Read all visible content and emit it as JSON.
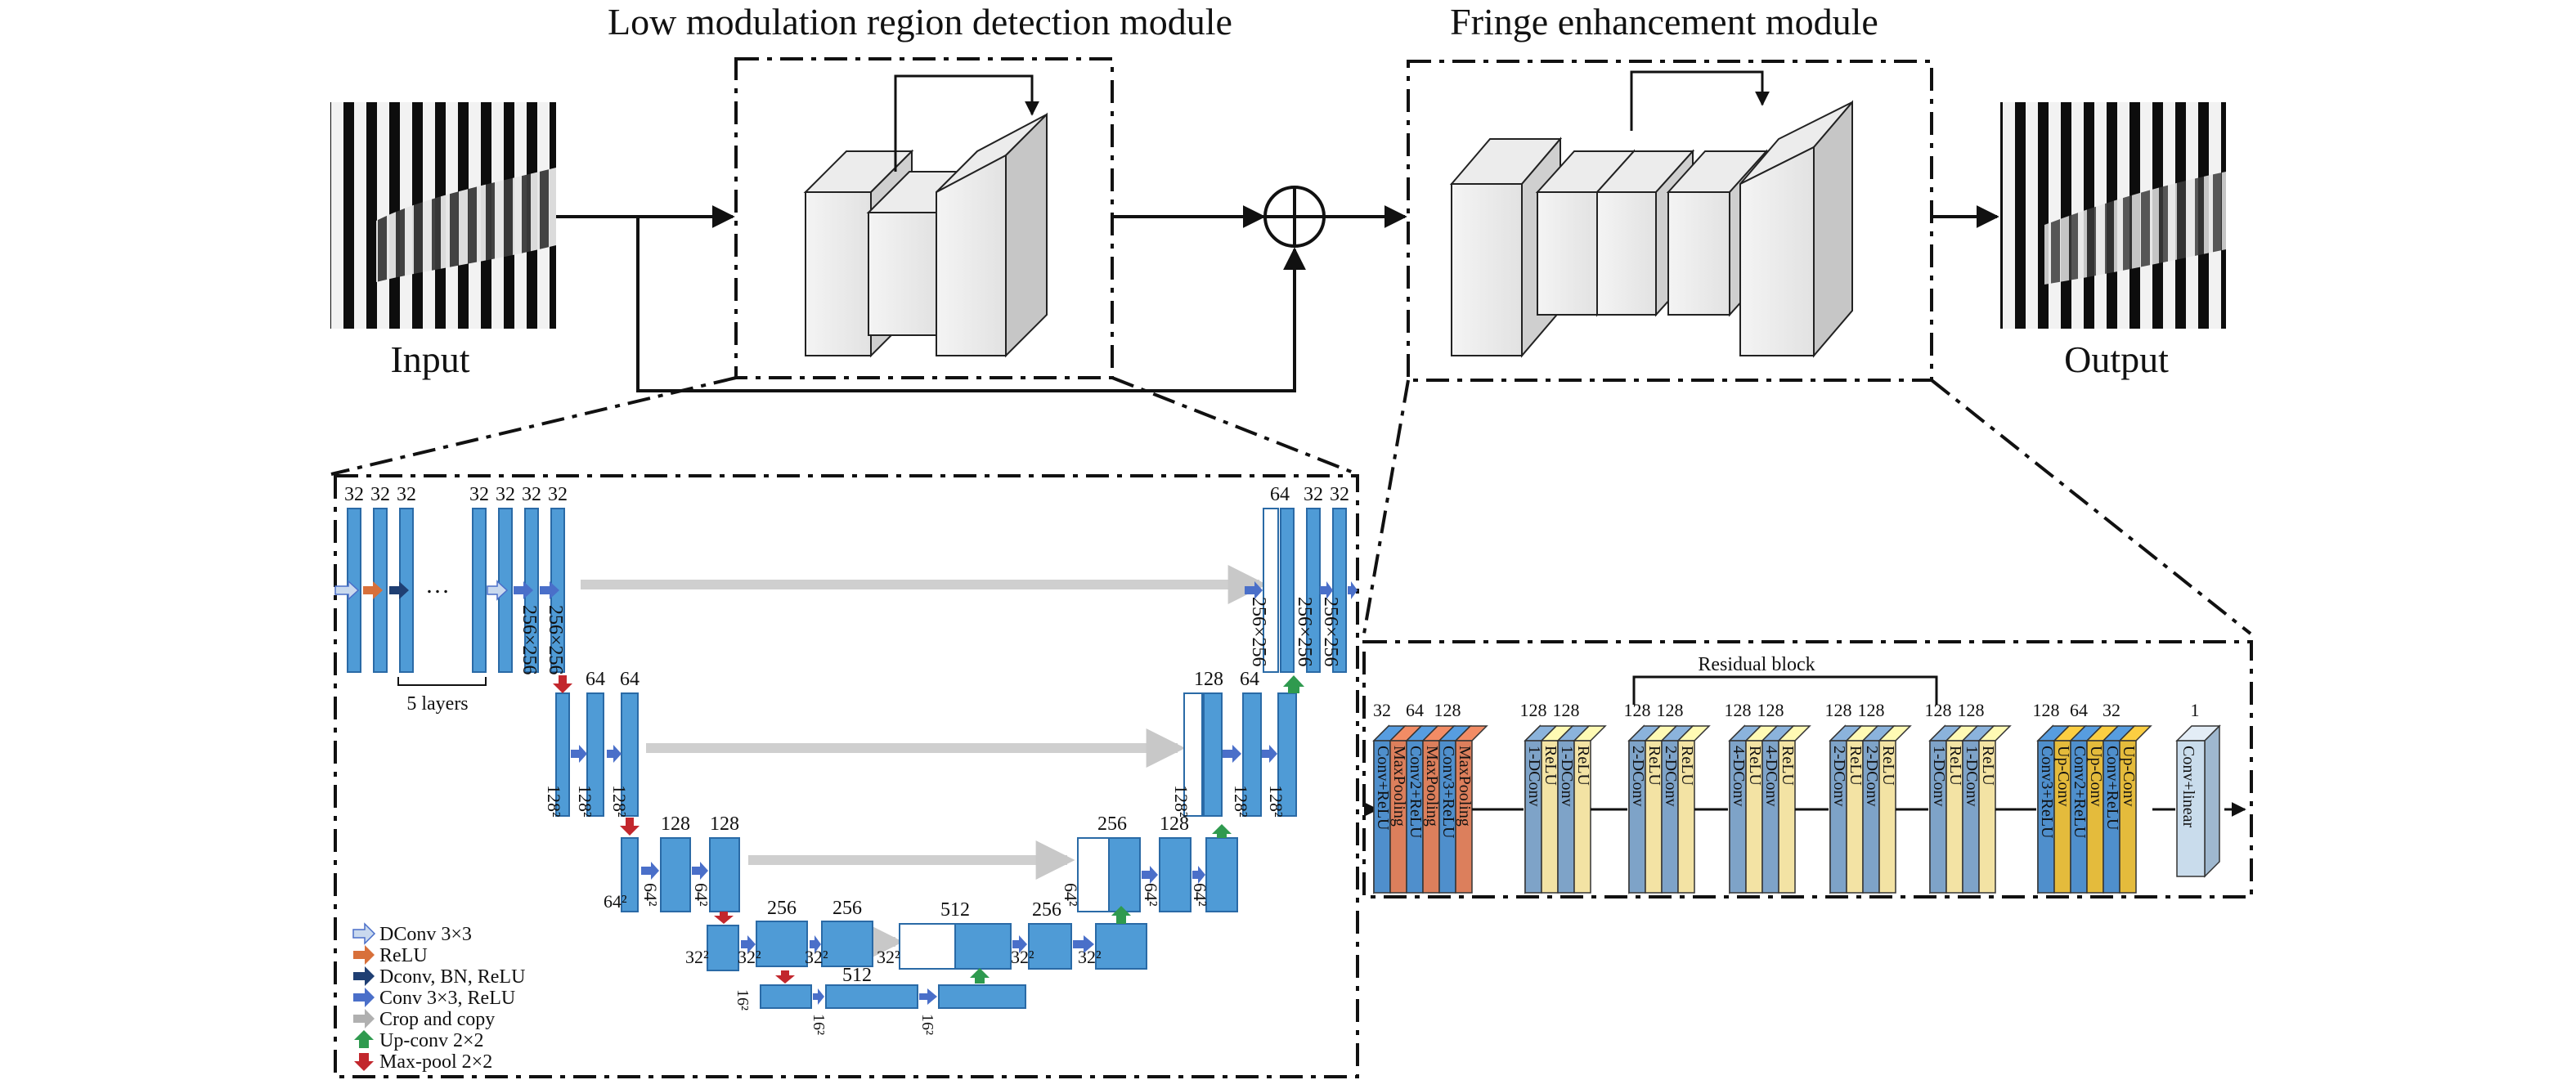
{
  "modules": {
    "detection_title": "Low modulation region detection module",
    "enhancement_title": "Fringe enhancement module"
  },
  "io": {
    "input_label": "Input",
    "output_label": "Output"
  },
  "unet": {
    "top_channels_left": [
      "32",
      "32",
      "32",
      "32",
      "32",
      "32",
      "32"
    ],
    "top_channels_right": [
      "64",
      "32",
      "32"
    ],
    "five_layers_label": "5 layers",
    "ellipsis": "…",
    "size_256": "256×256",
    "ch_64": "64",
    "ch_128": "128",
    "ch_256": "256",
    "ch_512": "512",
    "sq_128": "128²",
    "sq_64": "64²",
    "sq_32": "32²",
    "sq_16": "16²"
  },
  "legend": [
    {
      "label": "DConv 3×3",
      "color": "#c9d9ee",
      "icon": "hollow-right-arrow-icon"
    },
    {
      "label": "ReLU",
      "color": "#d8703a",
      "icon": "orange-right-arrow-icon"
    },
    {
      "label": "Dconv, BN, ReLU",
      "color": "#1f3f73",
      "icon": "navy-right-arrow-icon"
    },
    {
      "label": "Conv 3×3, ReLU",
      "color": "#4a6fc9",
      "icon": "blue-right-arrow-icon"
    },
    {
      "label": "Crop and copy",
      "color": "#b0b0b0",
      "icon": "gray-right-arrow-icon"
    },
    {
      "label": "Up-conv 2×2",
      "color": "#2f9a4f",
      "icon": "green-up-arrow-icon"
    },
    {
      "label": "Max-pool 2×2",
      "color": "#c2272d",
      "icon": "red-down-arrow-icon"
    }
  ],
  "fem": {
    "residual_label": "Residual block",
    "group1": {
      "top": [
        "32",
        "64",
        "128"
      ],
      "layers": [
        "Conv+ReLU",
        "MaxPooling",
        "Conv2+ReLU",
        "MaxPooling",
        "Conv3+ReLU",
        "MaxPooling"
      ]
    },
    "group2": {
      "top": [
        "128",
        "128"
      ],
      "layers": [
        "1-DConv",
        "ReLU",
        "1-DConv",
        "ReLU"
      ]
    },
    "group3": {
      "top": [
        "128",
        "128"
      ],
      "layers": [
        "2-DConv",
        "ReLU",
        "2-DConv",
        "ReLU"
      ]
    },
    "group4": {
      "top": [
        "128",
        "128"
      ],
      "layers": [
        "4-DConv",
        "ReLU",
        "4-DConv",
        "ReLU"
      ]
    },
    "group5": {
      "top": [
        "128",
        "128"
      ],
      "layers": [
        "2-DConv",
        "ReLU",
        "2-DConv",
        "ReLU"
      ]
    },
    "group6": {
      "top": [
        "128",
        "128"
      ],
      "layers": [
        "1-DConv",
        "ReLU",
        "1-DConv",
        "ReLU"
      ]
    },
    "group7": {
      "top": [
        "128",
        "64",
        "32"
      ],
      "layers": [
        "Conv3+ReLU",
        "Up-Conv",
        "Conv2+ReLU",
        "Up-Conv",
        "Conv+ReLU",
        "Up-Conv"
      ]
    },
    "final": {
      "top": "1",
      "label": "Conv+linear"
    }
  },
  "colors": {
    "unet_block": "#4f9bd6",
    "unet_block_edge": "#2a6aa6",
    "fem_blue": "#4f8fcc",
    "fem_orange": "#dc7f5c",
    "fem_yellow": "#f3e3a4",
    "fem_steel": "#7ea3c8",
    "fem_gold": "#e4bb3c",
    "fem_light": "#c9dcec"
  }
}
